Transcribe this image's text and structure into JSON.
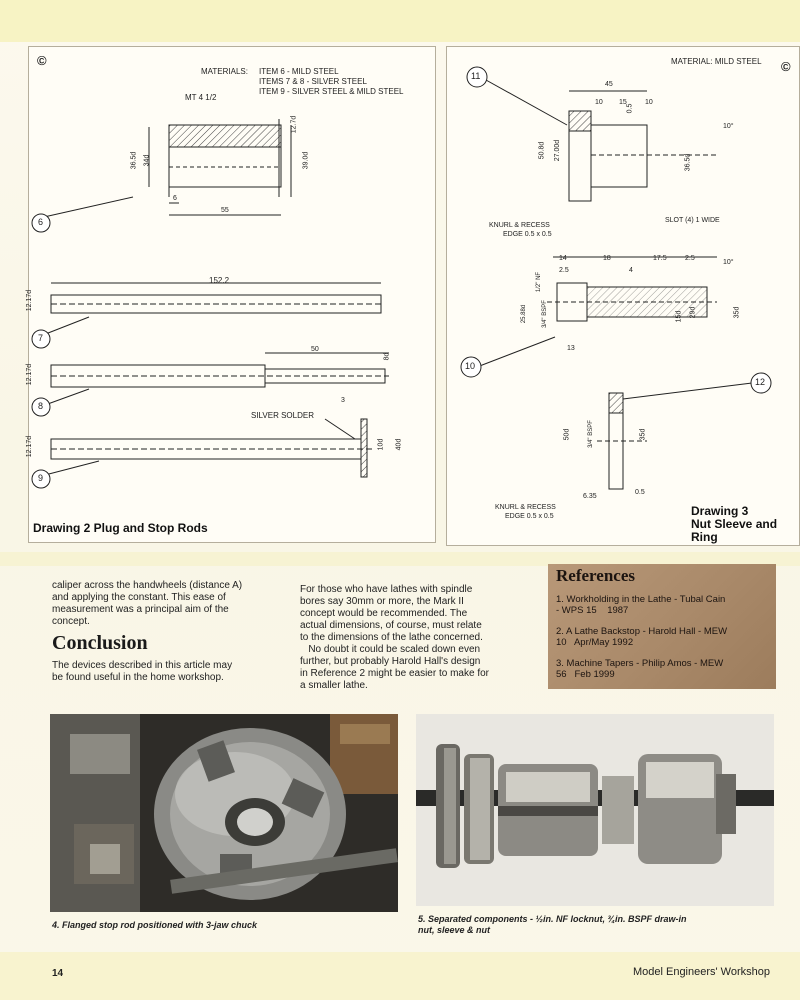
{
  "drawing2": {
    "copyright": "©",
    "materials_label": "MATERIALS:",
    "materials": [
      "ITEM 6 - MILD STEEL",
      "ITEMS 7 & 8 - SILVER STEEL",
      "ITEM 9 - SILVER STEEL & MILD STEEL"
    ],
    "taper_label": "MT 4 1/2",
    "dims": {
      "d_36_5": "36.5d",
      "d_34": "34d",
      "d_12_7": "12.7d",
      "d_39": "39.0d",
      "len_6": "6",
      "len_55": "55",
      "len_152": "152.2",
      "rod7_dia": "12.17d",
      "rod8_dia": "12.17d",
      "rod9_dia": "12.17d",
      "len_50": "50",
      "d_8": "8d",
      "len_3": "3",
      "d_10": "10d",
      "d_40": "40d"
    },
    "silver_solder": "SILVER SOLDER",
    "items": [
      "6",
      "7",
      "8",
      "9"
    ],
    "caption": "Drawing 2 Plug and Stop Rods"
  },
  "drawing3": {
    "material": "MATERIAL: MILD STEEL",
    "copyright": "©",
    "items": [
      "11",
      "10",
      "12"
    ],
    "dims": {
      "len_45": "45",
      "len_10a": "10",
      "len_15": "15",
      "len_10b": "10",
      "d_50_8": "50.8d",
      "d_27": "27.00d",
      "d_0_5": "0.5",
      "d_36_5": "36.5d",
      "angle_10a": "10°",
      "angle_10b": "10°",
      "len_14": "14",
      "len_18": "18",
      "len_17_5": "17.5",
      "len_2_5a": "2.5",
      "len_4": "4",
      "len_2_5b": "2.5",
      "len_13": "13",
      "d_nf": "1/2\" NF",
      "d_bspf": "3/4\" BSPF",
      "d_25_88": "25.88d",
      "d_15": "15d",
      "d_29": "29d",
      "d_35": "35d",
      "d_50_ring": "50d",
      "d_bspf_ring": "3/4\" BSPF",
      "d_35_ring": "35d",
      "len_6_35": "6.35",
      "len_0_5": "0.5"
    },
    "knurl_1": [
      "KNURL & RECESS",
      "EDGE 0.5 x 0.5"
    ],
    "knurl_2": [
      "KNURL & RECESS",
      "EDGE 0.5 x 0.5"
    ],
    "slot": "SLOT (4) 1 WIDE",
    "caption": [
      "Drawing 3",
      "Nut Sleeve and",
      "Ring"
    ]
  },
  "text_col1_lines": [
    "caliper across the handwheels (distance A)",
    "and applying the constant. This ease of",
    "measurement was a principal aim of the",
    "concept."
  ],
  "conclusion_heading": "Conclusion",
  "conclusion_lines": [
    "The devices described in this article may",
    "be found useful in the home workshop."
  ],
  "text_col2_lines": [
    "For those who have lathes with spindle",
    "bores say 30mm or more, the Mark II",
    "concept would be recommended. The",
    "actual dimensions, of course, must relate",
    "to the dimensions of the lathe concerned.",
    "   No doubt it could be scaled down even",
    "further, but probably Harold Hall's design",
    "in Reference 2 might be easier to make for",
    "a smaller lathe."
  ],
  "references": {
    "title": "References",
    "items": [
      [
        "1. Workholding in the Lathe - Tubal Cain",
        "- WPS 15    1987"
      ],
      [
        "2. A Lathe Backstop - Harold Hall - MEW",
        "10   Apr/May 1992"
      ],
      [
        "3. Machine Tapers - Philip Amos - MEW",
        "56   Feb 1999"
      ]
    ]
  },
  "photo4_caption": "4.  Flanged stop rod positioned with 3-jaw chuck",
  "photo5_caption": [
    "5.  Separated components - ½in. NF locknut, ¾in. BSPF draw-in",
    "nut, sleeve & nut"
  ],
  "footer": {
    "page_number": "14",
    "magazine": "Model Engineers' Workshop"
  },
  "colors": {
    "paper": "#fbf8ec",
    "line": "#222222",
    "hatch": "#444444",
    "references_bg": "#a88868",
    "yellow_band": "#f6f0b6"
  }
}
